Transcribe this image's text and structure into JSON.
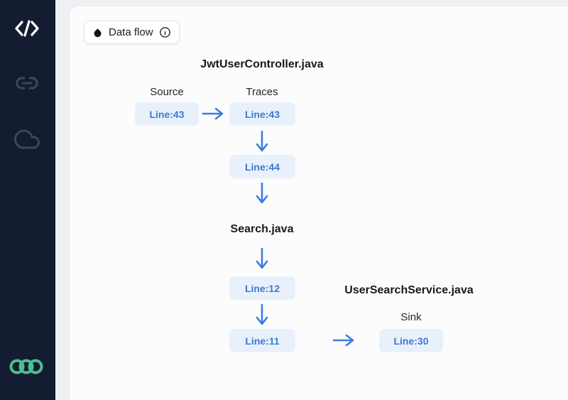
{
  "colors": {
    "sidebar_bg": "#141c31",
    "sidebar_muted": "#3e4759",
    "logo_green": "#4cbf92",
    "page_bg": "#eef0f4",
    "card_bg": "#fcfcfd",
    "card_border": "#e9eaee",
    "node_bg": "#e8f1fb",
    "node_text": "#3b79d2",
    "arrow": "#3c7ce2",
    "heading": "#17191c",
    "label": "#212429",
    "badge_border": "#e4e5e9",
    "badge_text": "#1b1d21"
  },
  "sidebar": {
    "icons": [
      "code-icon",
      "link-icon",
      "cloud-icon"
    ],
    "logo": "three-rings-logo"
  },
  "header": {
    "data_flow_label": "Data flow",
    "icons": [
      "droplet-icon",
      "info-icon"
    ]
  },
  "flow": {
    "file1": {
      "title": "JwtUserController.java",
      "source_label": "Source",
      "traces_label": "Traces"
    },
    "file2": {
      "title": "Search.java"
    },
    "file3": {
      "title": "UserSearchService.java",
      "sink_label": "Sink"
    },
    "nodes": {
      "source": "Line:43",
      "trace1": "Line:43",
      "trace2": "Line:44",
      "trace3": "Line:12",
      "trace4": "Line:11",
      "sink": "Line:30"
    }
  }
}
